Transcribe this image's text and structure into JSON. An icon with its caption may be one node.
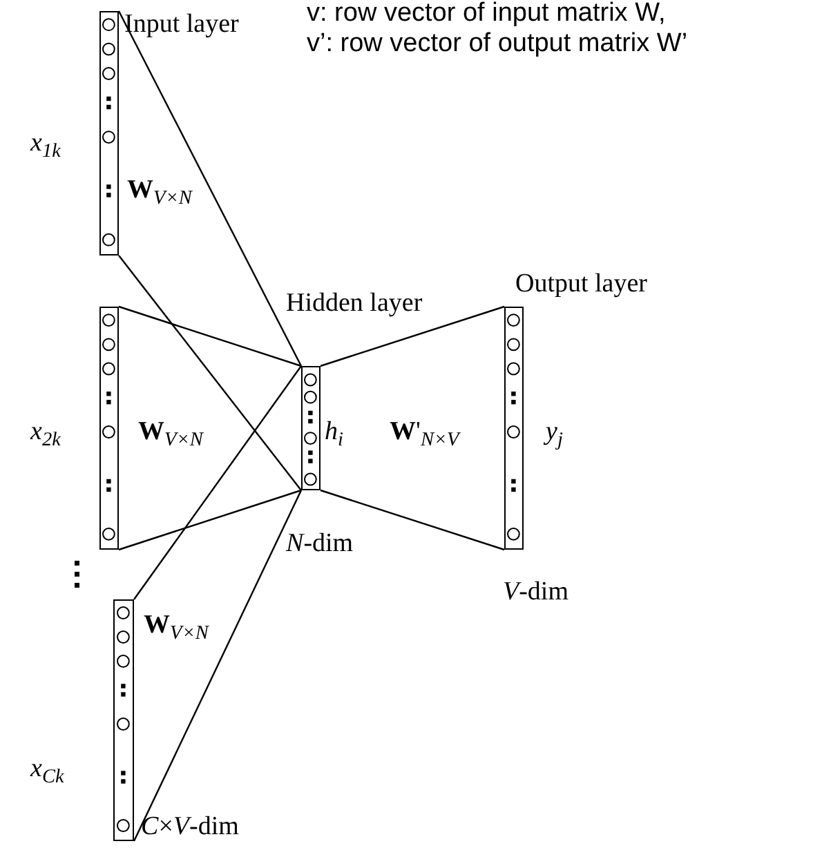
{
  "diagram": {
    "nodes": [
      {
        "text": [],
        "shape": "bar",
        "beside": [
          "Input layer",
          "x$_{1k}$",
          "**W**$_{V×N}$"
        ]
      },
      {
        "text": [],
        "shape": "bar",
        "beside": [
          "x$_{2k}$",
          "**W**$_{V×N}$"
        ]
      },
      {
        "text": [],
        "shape": "bar",
        "beside": [
          "x$_{Ck}$",
          "*C*×*V*-dim",
          "**W**$_{V×N}$"
        ]
      },
      {
        "text": [],
        "shape": "bar",
        "beside": [
          "Hidden layer",
          "h$_{i}$",
          "*N*-dim",
          "**W**'$_{N×V}$"
        ]
      },
      {
        "text": [],
        "shape": "bar",
        "beside": [
          "Output layer",
          "y$_{j}$",
          "*V*-dim"
        ]
      }
    ],
    "edges": [
      {
        "from": 0,
        "to": 3,
        "arrow": "none"
      },
      {
        "from": 0,
        "to": 3,
        "arrow": "none"
      },
      {
        "from": 1,
        "to": 3,
        "arrow": "none"
      },
      {
        "from": 1,
        "to": 3,
        "arrow": "none"
      },
      {
        "from": 2,
        "to": 3,
        "arrow": "none"
      },
      {
        "from": 2,
        "to": 3,
        "arrow": "none"
      },
      {
        "from": 3,
        "to": 4,
        "arrow": "none"
      },
      {
        "from": 3,
        "to": 4,
        "arrow": "none"
      }
    ],
    "labels": [
      "v: row vector of input matrix W,",
      "v’: row vector of output matrix W’"
    ]
  }
}
